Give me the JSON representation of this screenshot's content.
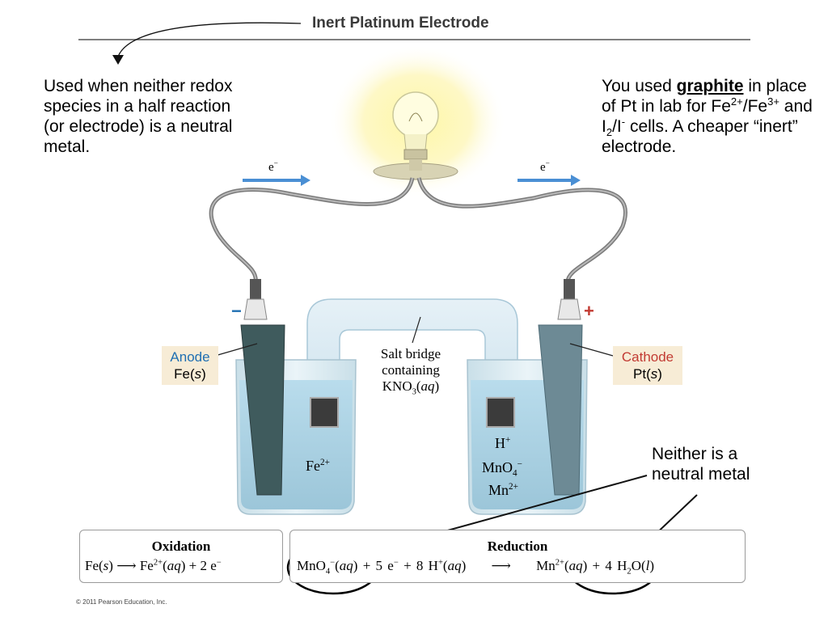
{
  "title": "Inert Platinum Electrode",
  "left_note": "Used when neither redox species in a half reaction (or electrode) is a neutral metal.",
  "right_note": {
    "part1": "You used ",
    "graphite": "graphite",
    "part2": " in place of Pt in lab for Fe",
    "fe2_sup": "2+",
    "slash": "/Fe",
    "fe3_sup": "3+",
    "and_i": " and I",
    "i_sub": "2",
    "slash_i": "/I",
    "i_sup": "-",
    "part3": " cells.  A cheaper “inert” electrode."
  },
  "neither_note": "Neither is a neutral metal",
  "electron_left": "e",
  "electron_right": "e",
  "electron_sup": "−",
  "anode": {
    "sign": "−",
    "label": "Anode",
    "metal": "Fe",
    "state": "s"
  },
  "cathode": {
    "sign": "+",
    "label": "Cathode",
    "metal": "Pt",
    "state": "s"
  },
  "salt_bridge": {
    "line1": "Salt bridge",
    "line2": "containing",
    "formula": "KNO",
    "sub": "3",
    "state": "aq"
  },
  "left_ion": {
    "base": "Fe",
    "sup": "2+"
  },
  "right_ions": [
    {
      "base": "H",
      "sup": "+",
      "sub": ""
    },
    {
      "base": "MnO",
      "sup": "−",
      "sub": "4"
    },
    {
      "base": "Mn",
      "sup": "2+",
      "sub": ""
    }
  ],
  "oxidation": {
    "heading": "Oxidation",
    "reactant": "Fe",
    "r_state": "s",
    "product": "Fe",
    "p_sup": "2+",
    "p_state": "aq",
    "electrons": "+ 2 e",
    "e_sup": "−"
  },
  "reduction": {
    "heading": "Reduction",
    "r1": "MnO",
    "r1_sub": "4",
    "r1_sup": "−",
    "r1_state": "aq",
    "e_part": "+  5 e",
    "e_sup": "−",
    "h_part": "+  8 H",
    "h_sup": "+",
    "h_state": "aq",
    "p1": "Mn",
    "p1_sup": "2+",
    "p1_state": "aq",
    "p2": "+  4 H",
    "p2_sub": "2",
    "p2_tail": "O",
    "p2_state": "l"
  },
  "copyright": "© 2011 Pearson Education, Inc.",
  "colors": {
    "arrow_blue": "#4a8fd4",
    "anode_blue": "#1f6fb2",
    "cathode_red": "#c23b33",
    "label_bg": "#f7ecd6",
    "solution": "#a9cfe0"
  }
}
